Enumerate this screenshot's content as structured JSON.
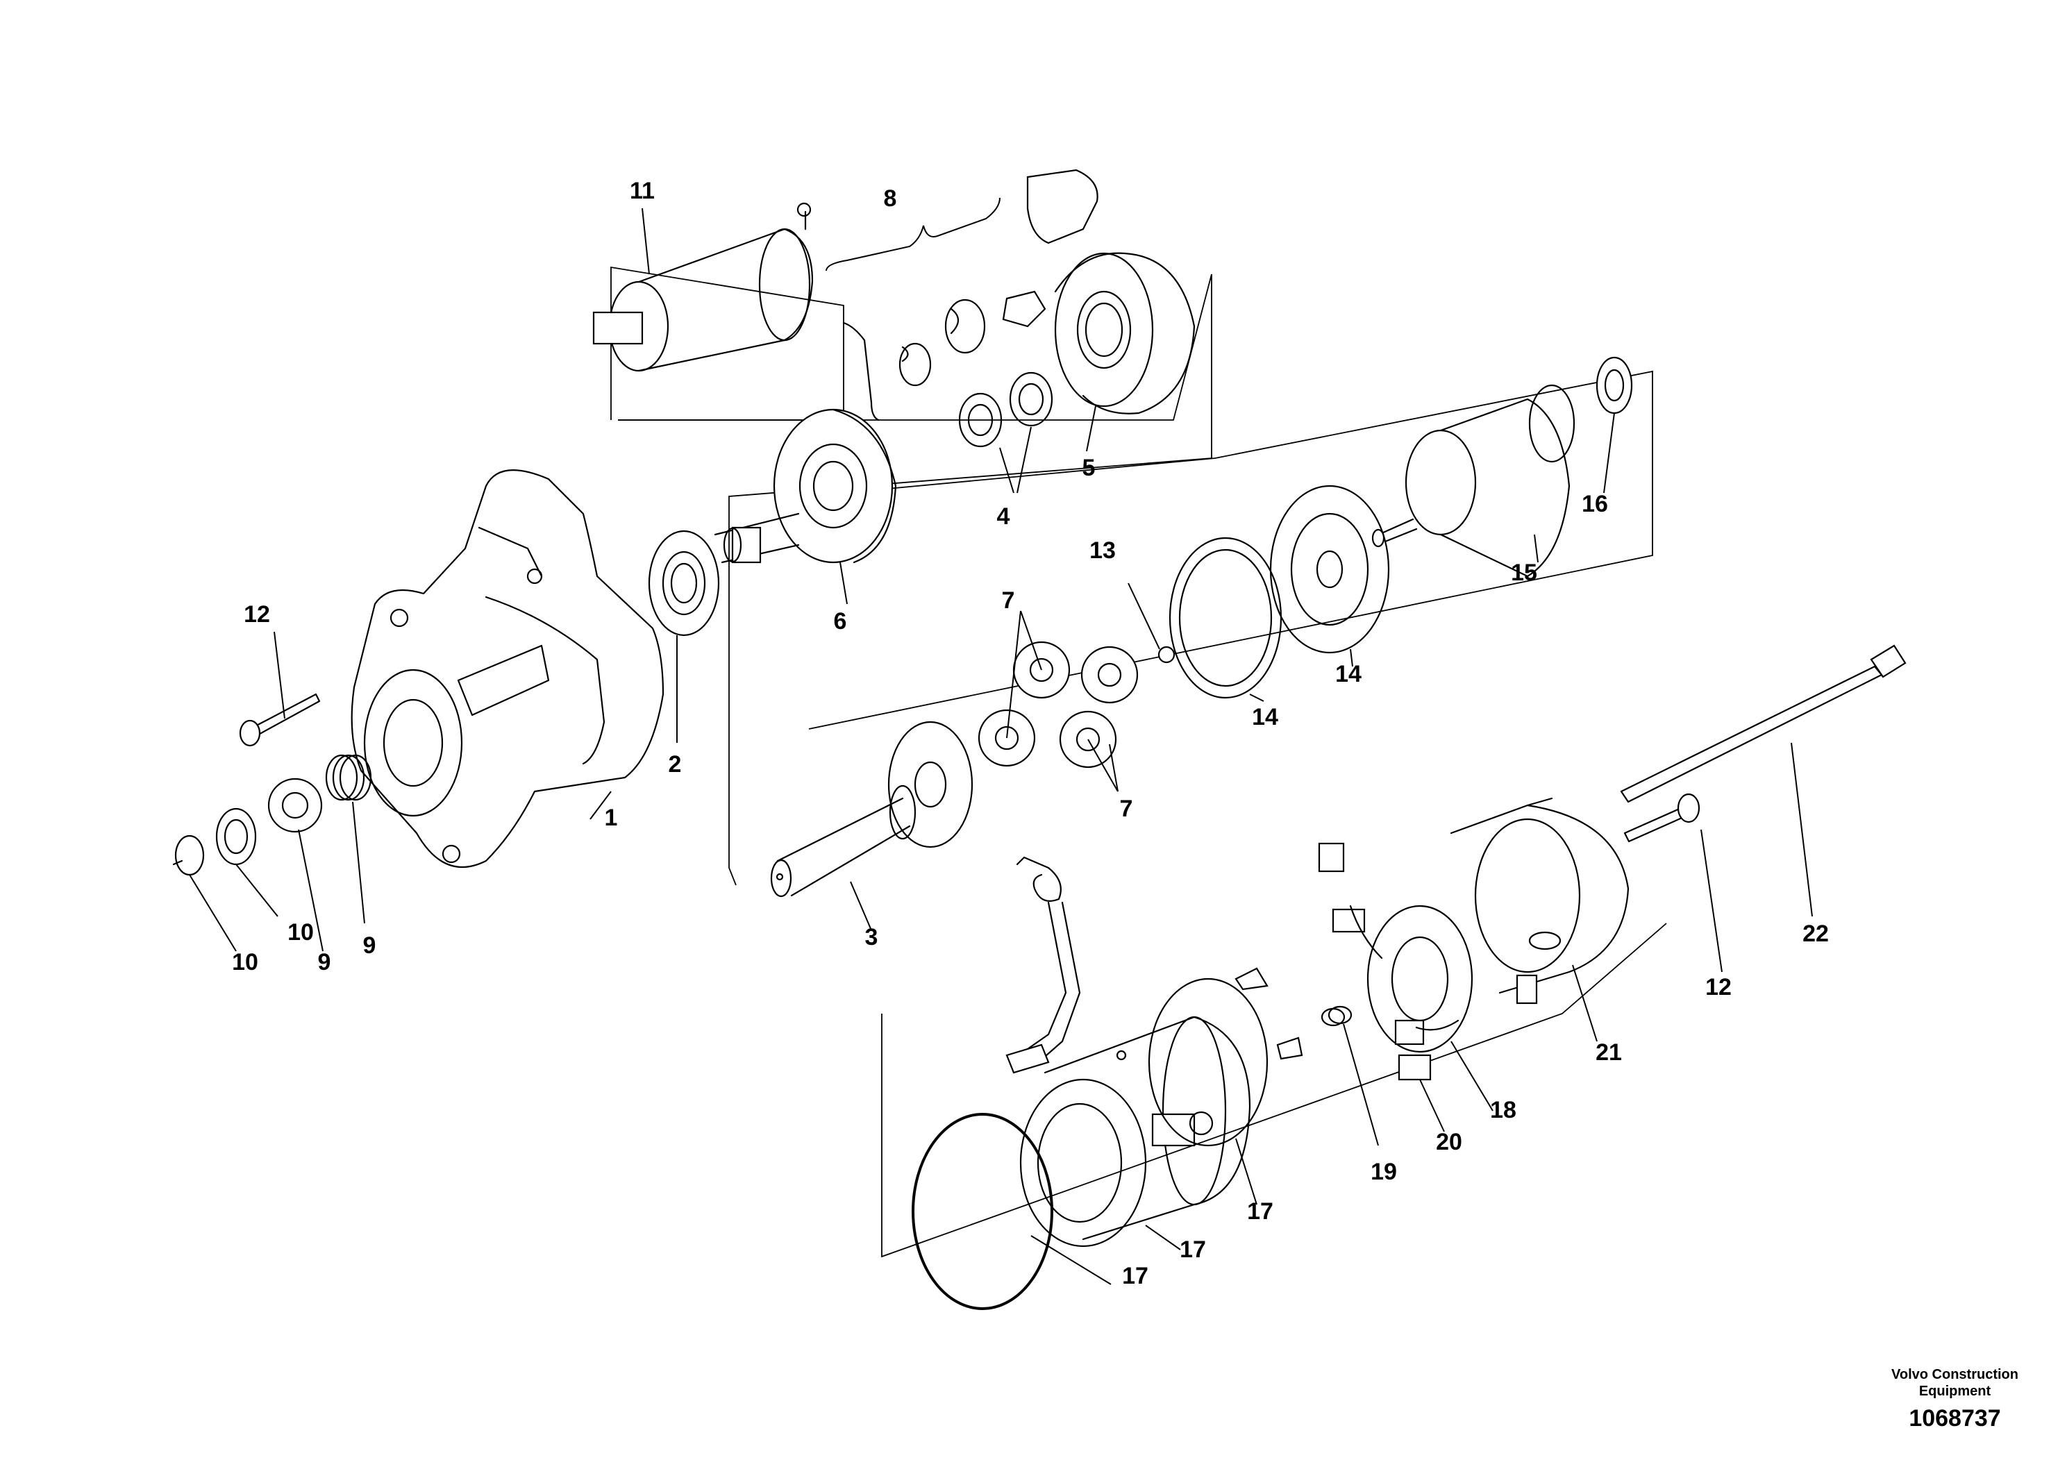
{
  "callouts": {
    "c1": "1",
    "c2": "2",
    "c3": "3",
    "c4": "4",
    "c5": "5",
    "c6": "6",
    "c7a": "7",
    "c7b": "7",
    "c8": "8",
    "c9a": "9",
    "c9b": "9",
    "c10a": "10",
    "c10b": "10",
    "c11": "11",
    "c12a": "12",
    "c12b": "12",
    "c13": "13",
    "c14a": "14",
    "c14b": "14",
    "c15": "15",
    "c16": "16",
    "c17a": "17",
    "c17b": "17",
    "c17c": "17",
    "c18": "18",
    "c19": "19",
    "c20": "20",
    "c21": "21",
    "c22": "22"
  },
  "caption": {
    "brand_line1": "Volvo Construction",
    "brand_line2": "Equipment",
    "code": "1068737"
  }
}
